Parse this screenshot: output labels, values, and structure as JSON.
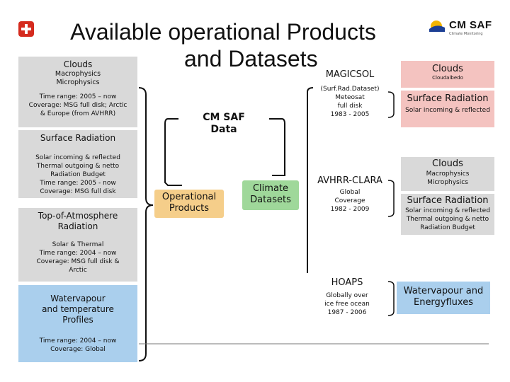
{
  "header": {
    "title_line1": "Available operational Products",
    "title_line2": "and Datasets",
    "logo_text": "CM SAF",
    "logo_sub": "Climate Monitoring"
  },
  "left": {
    "clouds": {
      "heading": "Clouds",
      "line1": "Macrophysics",
      "line2": "Microphysics",
      "info1": "Time range: 2005 – now",
      "info2": "Coverage: MSG full disk; Arctic",
      "info3": "& Europe (from AVHRR)"
    },
    "surface_radiation": {
      "heading": "Surface Radiation",
      "line1": "Solar incoming & reflected",
      "line2": "Thermal outgoing & netto",
      "line3": "Radiation Budget",
      "line4": "Time range: 2005 - now",
      "line5": "Coverage: MSG full disk"
    },
    "toa": {
      "heading1": "Top-of-Atmosphere",
      "heading2": "Radiation",
      "line1": "Solar & Thermal",
      "line2": "Time range: 2004 – now",
      "line3": "Coverage: MSG full disk &",
      "line4": "Arctic"
    },
    "watervapour": {
      "heading1": "Watervapour",
      "heading2": "and temperature",
      "heading3": "Profiles",
      "line1": "Time range: 2004 – now",
      "line2": "Coverage: Global"
    }
  },
  "center": {
    "cmsaf_line1": "CM SAF",
    "cmsaf_line2": "Data",
    "operational_line1": "Operational",
    "operational_line2": "Products",
    "climate_line1": "Climate",
    "climate_line2": "Datasets"
  },
  "datasets": {
    "magicsol": {
      "name": "MAGICSOL",
      "line1": "(Surf.Rad.Dataset)",
      "line2": "Meteosat",
      "line3": "full disk",
      "line4": "1983 - 2005"
    },
    "clara": {
      "name": "AVHRR-CLARA",
      "line1": "Global",
      "line2": "Coverage",
      "line3": "1982 - 2009"
    },
    "hoaps": {
      "name": "HOAPS",
      "line1": "Globally over",
      "line2": "ice free ocean",
      "line3": "1987 - 2006"
    }
  },
  "right": {
    "clouds1": {
      "heading": "Clouds",
      "sub": "Cloudalbedo"
    },
    "surface1": {
      "heading": "Surface Radiation",
      "sub": "Solar incoming & reflected"
    },
    "clouds2": {
      "heading": "Clouds",
      "line1": "Macrophysics",
      "line2": "Microphysics"
    },
    "surface2": {
      "heading": "Surface Radiation",
      "line1": "Solar incoming & reflected",
      "line2": "Thermal outgoing & netto",
      "line3": "Radiation Budget"
    },
    "watervapour": {
      "line1": "Watervapour and",
      "line2": "Energyfluxes"
    }
  },
  "colors": {
    "gray_box": "#d9d9d9",
    "blue_box": "#aacfed",
    "pink_box": "#f4c3c0",
    "swiss_red": "#d52b1e"
  }
}
